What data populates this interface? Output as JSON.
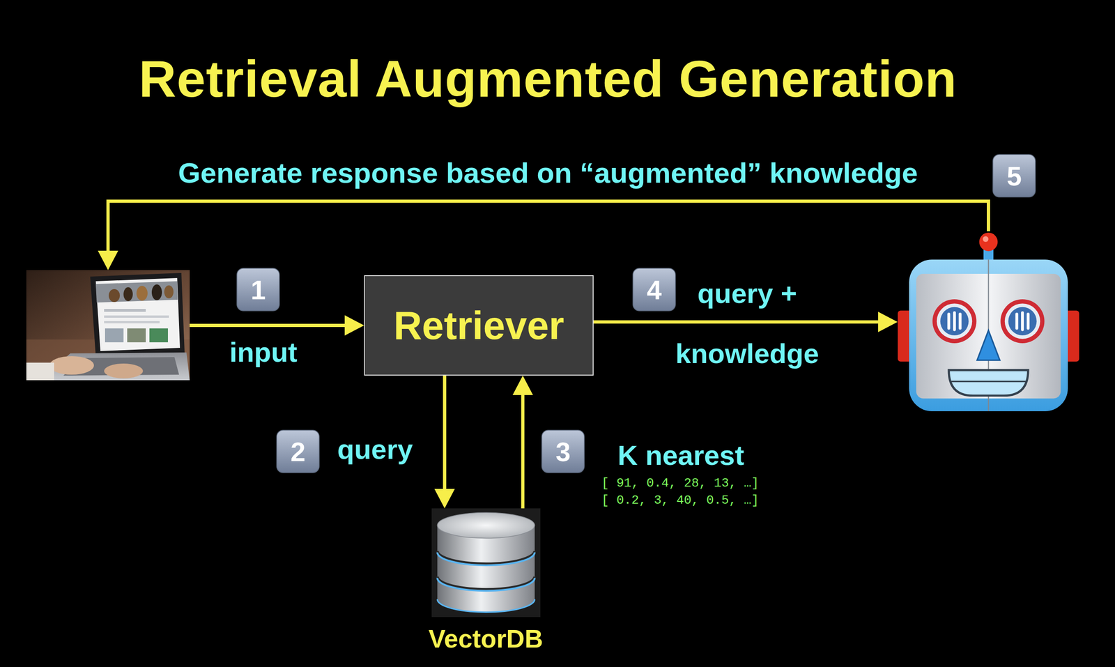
{
  "diagram": {
    "title": "Retrieval Augmented Generation",
    "nodes": [
      {
        "text": []
      },
      {
        "text": [
          "Retriever"
        ]
      },
      {
        "text": []
      },
      {
        "text": [
          "VectorDB"
        ]
      }
    ],
    "edges": [
      {
        "from": 0,
        "to": 1,
        "arrow": "to",
        "label": "input"
      },
      {
        "from": 1,
        "to": 3,
        "arrow": "to",
        "label": "query"
      },
      {
        "from": 3,
        "to": 1,
        "arrow": "to",
        "label": "K nearest"
      },
      {
        "from": 1,
        "to": 2,
        "arrow": "to",
        "label": "query + knowledge"
      },
      {
        "from": 2,
        "to": 0,
        "arrow": "to",
        "label": "Generate response based on “augmented” knowledge"
      }
    ],
    "labels": [
      "1",
      "2",
      "3",
      "4",
      "5",
      "[ 91, 0.4, 28, 13, …]",
      "[ 0.2, 3, 40, 0.5, …]"
    ]
  }
}
